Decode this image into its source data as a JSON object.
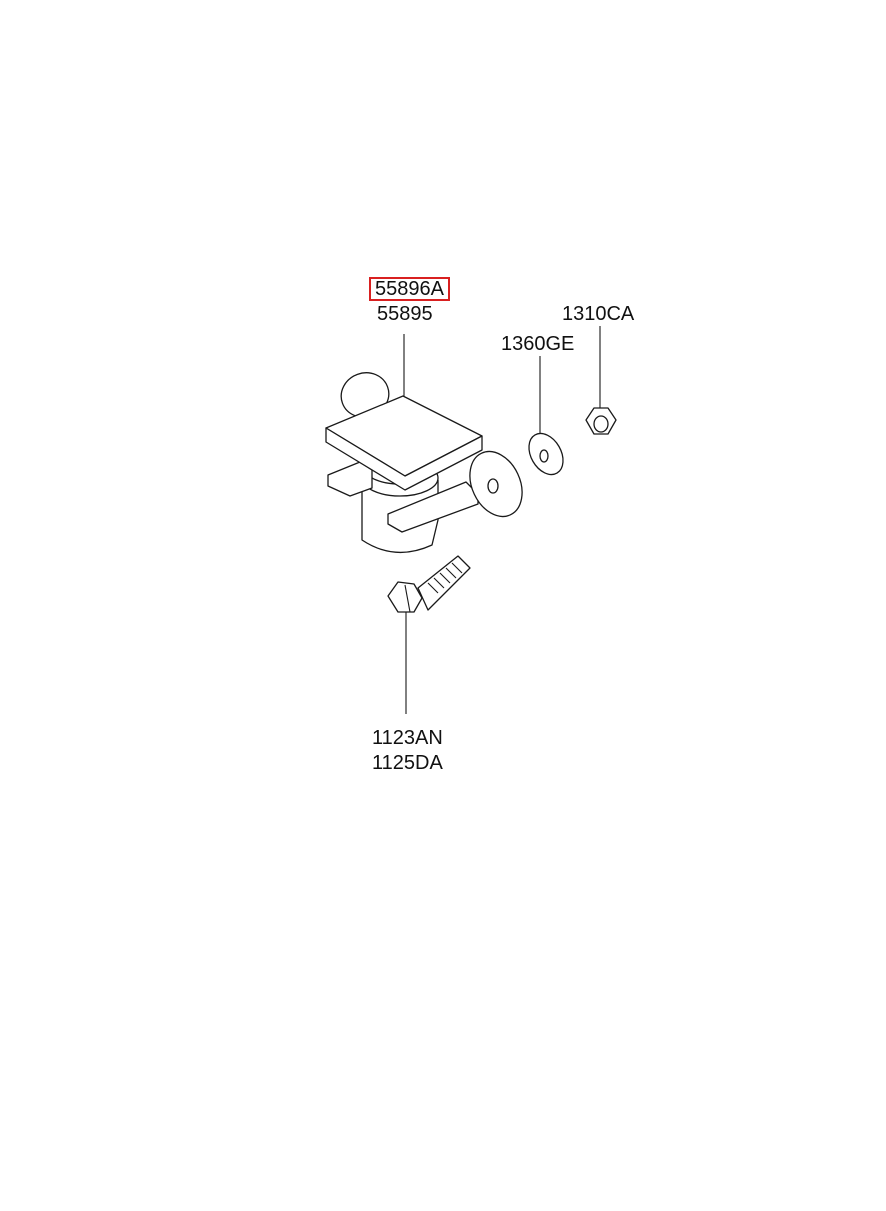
{
  "diagram": {
    "highlight_color": "#d92020",
    "parts": [
      {
        "id": "hanger",
        "labels": [
          "55896A",
          "55895"
        ],
        "highlighted_label": "55896A"
      },
      {
        "id": "washer",
        "labels": [
          "1360GE"
        ]
      },
      {
        "id": "nut",
        "labels": [
          "1310CA"
        ]
      },
      {
        "id": "bolt",
        "labels": [
          "1123AN",
          "1125DA"
        ]
      }
    ]
  }
}
